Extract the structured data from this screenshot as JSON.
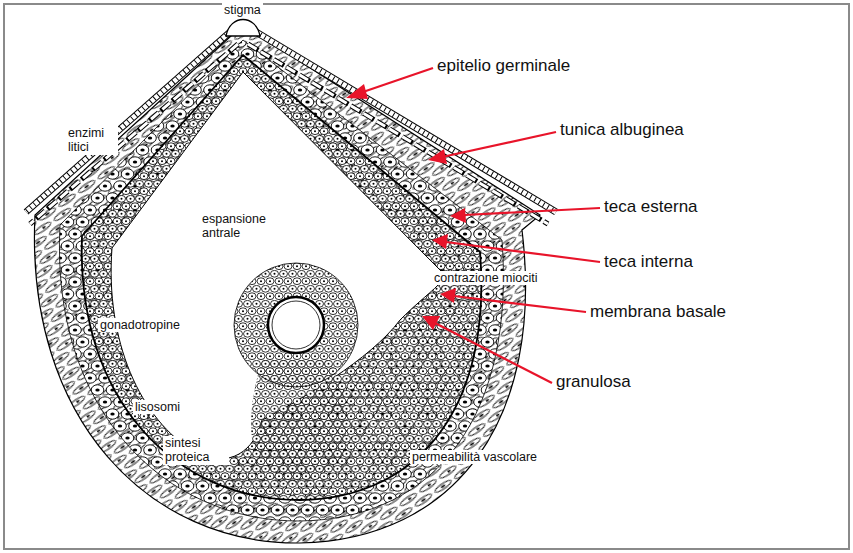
{
  "diagram": {
    "labels": [
      "stigma",
      "epitelio germinale",
      "tunica albuginea",
      "teca esterna",
      "teca interna",
      "membrana basale",
      "granulosa",
      "enzimi litici",
      "espansione antrale",
      "contrazione miociti",
      "gonadotropine",
      "lisosomi",
      "sintesi proteica",
      "permeabilità vascolare"
    ]
  }
}
